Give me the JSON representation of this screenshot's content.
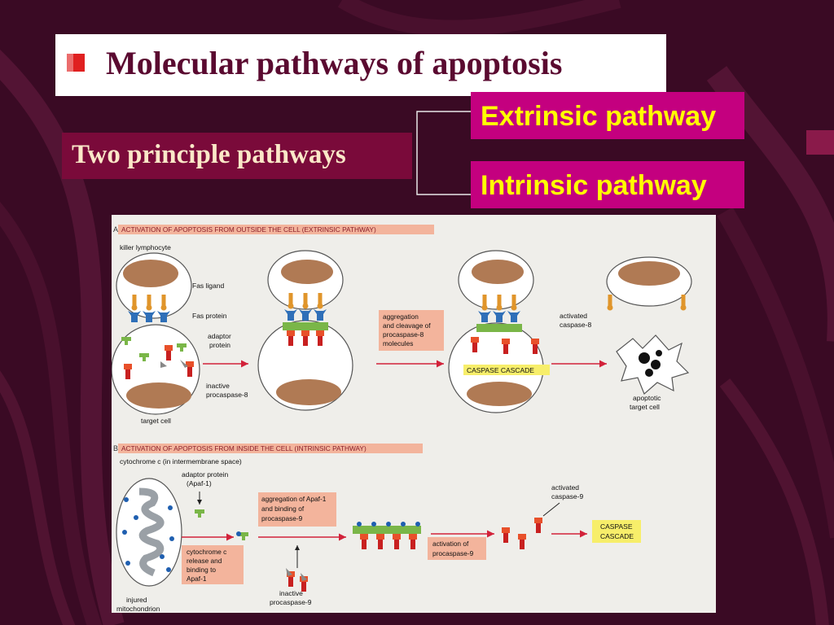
{
  "slide": {
    "title": "Molecular pathways of apoptosis",
    "principle_label": "Two principle pathways",
    "pathways": [
      "Extrinsic pathway",
      "Intrinsic pathway"
    ]
  },
  "colors": {
    "background": "#3a0a24",
    "accent_box": "#c4007f",
    "pathway_text": "#ffff00",
    "principle_box": "#7a0a3a",
    "title_text": "#5a0a30",
    "panel_banner": "#f3b49c",
    "caspase_cascade": "#f7ee6a"
  },
  "figure": {
    "panel_a": {
      "banner": "ACTIVATION OF APOPTOSIS FROM OUTSIDE THE CELL (EXTRINSIC PATHWAY)",
      "letter": "A",
      "labels": {
        "killer_lymphocyte": "killer lymphocyte",
        "fas_ligand": "Fas ligand",
        "fas_protein": "Fas protein",
        "adaptor_protein_1": "adaptor",
        "adaptor_protein_2": "protein",
        "inactive_procaspase_1": "inactive",
        "inactive_procaspase_2": "procaspase-8",
        "target_cell": "target cell",
        "aggregation_1": "aggregation",
        "aggregation_2": "and cleavage of",
        "aggregation_3": "procaspase-8",
        "aggregation_4": "molecules",
        "activated_caspase_1": "activated",
        "activated_caspase_2": "caspase-8",
        "caspase_cascade": "CASPASE CASCADE",
        "apoptotic_1": "apoptotic",
        "apoptotic_2": "target cell"
      }
    },
    "panel_b": {
      "banner": "ACTIVATION OF APOPTOSIS FROM INSIDE THE CELL (INTRINSIC PATHWAY)",
      "letter": "B",
      "labels": {
        "cytochrome_c": "cytochrome c (in intermembrane space)",
        "adaptor_1": "adaptor protein",
        "adaptor_2": "(Apaf-1)",
        "aggregation_1": "aggregation of Apaf-1",
        "aggregation_2": "and binding of",
        "aggregation_3": "procaspase-9",
        "release_1": "cytochrome c",
        "release_2": "release and",
        "release_3": "binding to",
        "release_4": "Apaf-1",
        "activation_1": "activation of",
        "activation_2": "procaspase-9",
        "activated_1": "activated",
        "activated_2": "caspase-9",
        "cascade_1": "CASPASE",
        "cascade_2": "CASCADE",
        "injured_1": "injured",
        "injured_2": "mitochondrion",
        "inactive_1": "inactive",
        "inactive_2": "procaspase-9"
      }
    }
  }
}
